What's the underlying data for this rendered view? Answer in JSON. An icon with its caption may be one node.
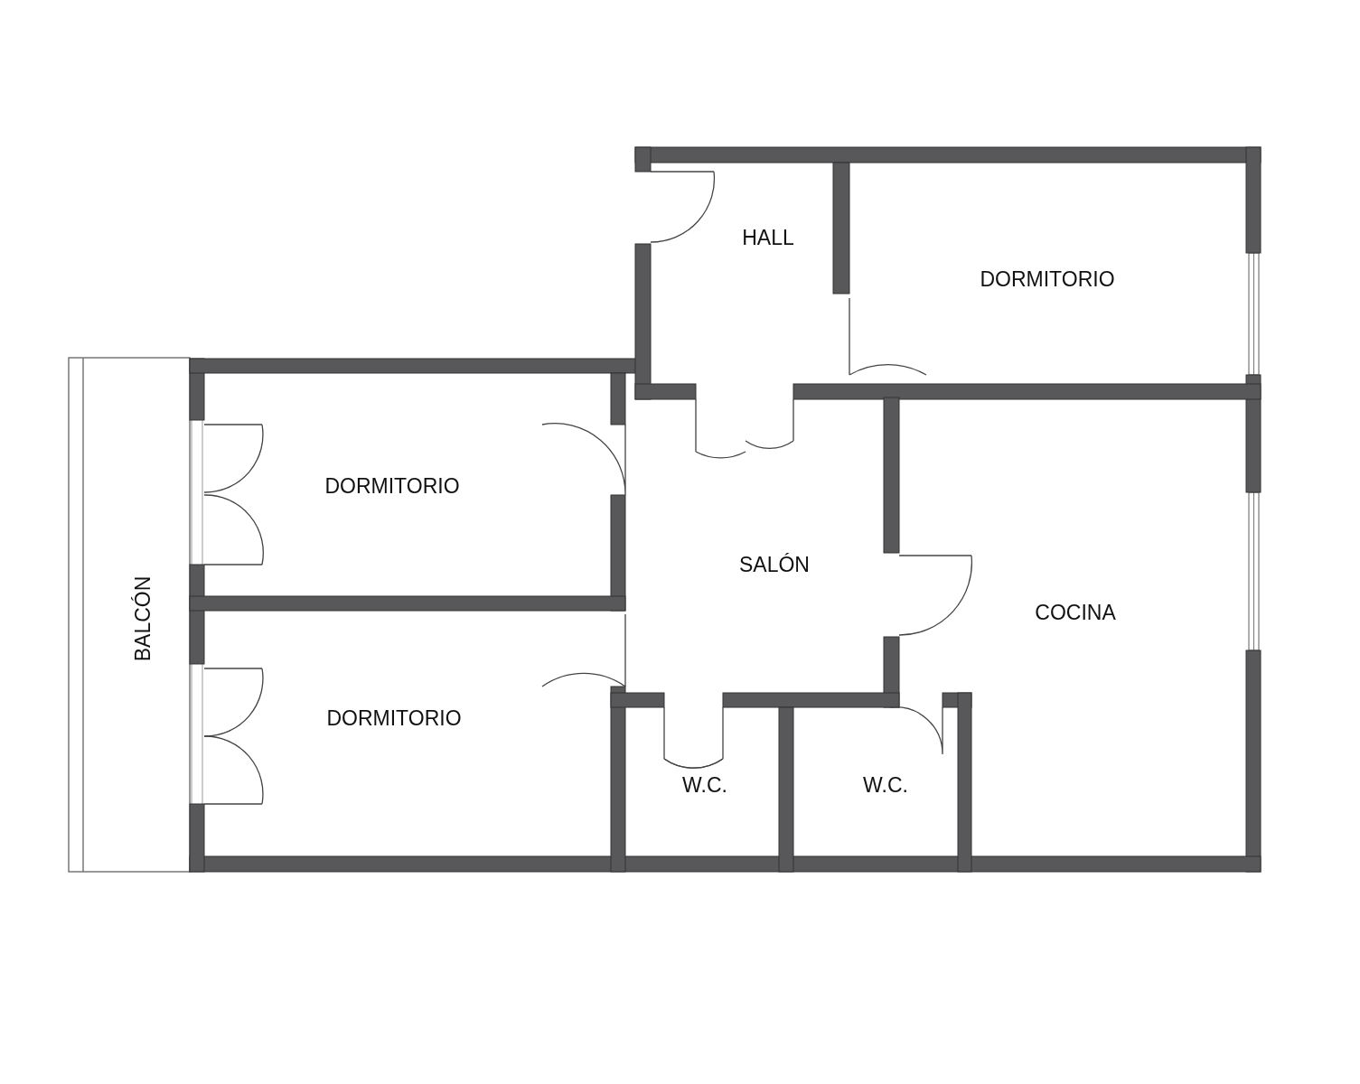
{
  "diagram": {
    "labels": [
      "HALL",
      "DORMITORIO",
      "DORMITORIO",
      "SALÓN",
      "COCINA",
      "BALCÓN",
      "DORMITORIO",
      "W.C.",
      "W.C."
    ]
  }
}
